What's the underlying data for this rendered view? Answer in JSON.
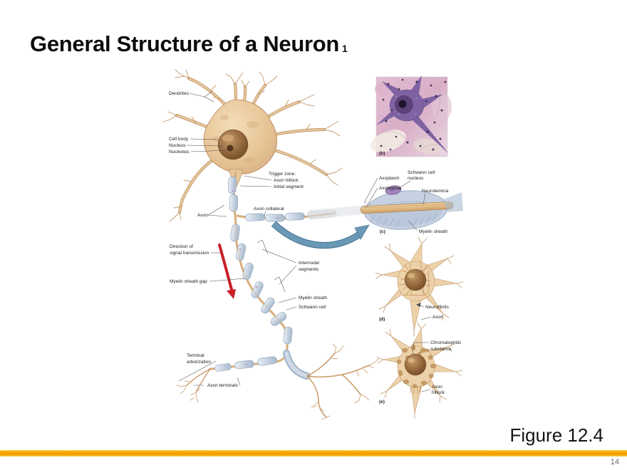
{
  "slide": {
    "title": "General Structure of a Neuron",
    "title_marker": "1",
    "figure_caption": "Figure 12.4",
    "page_number": "14"
  },
  "colors": {
    "accent_bar": "#F2A702",
    "neuron_body_tan": "#EAC99E",
    "nucleus_brown": "#8A5E35",
    "myelin_blue": "#C6D2E1",
    "signal_arrow_red": "#C81F25",
    "magnify_arrow_blue": "#6B98B4",
    "micrograph_purple": "#7E62A2"
  },
  "diagram": {
    "labels": {
      "dendrites": "Dendrites",
      "cell_body": "Cell body",
      "nucleus": "Nucleus",
      "nucleolus": "Nucleolus",
      "trigger_zone": "Trigger zone:",
      "axon_hillock": "Axon hillock",
      "initial_segment": "Initial segment",
      "axon": "Axon",
      "axon_collateral": "Axon collateral",
      "direction_line1": "Direction of",
      "direction_line2": "signal transmission",
      "internodal_line1": "Internodal",
      "internodal_line2": "segments",
      "myelin_sheath_gap": "Myelin sheath gap",
      "myelin_sheath": "Myelin sheath",
      "schwann_cell": "Schwann cell",
      "terminal_line1": "Terminal",
      "terminal_line2": "arborization",
      "axon_terminals": "Axon terminals",
      "axoplasm": "Axoplasm",
      "axolemma": "Axolemma",
      "schwann_cell_nucleus_line1": "Schwann cell",
      "schwann_cell_nucleus_line2": "nucleus",
      "neurolemma": "Neurolemma",
      "myelin_sheath_c": "Myelin sheath",
      "neurofibrils": "Neurofibrils",
      "axon_d": "Axon",
      "chromatophilic_line1": "Chromatophilic",
      "chromatophilic_line2": "substance",
      "axon_hillock_e_line1": "Axon",
      "axon_hillock_e_line2": "hillock"
    },
    "panels": {
      "b": "(b)",
      "c": "(c)",
      "d": "(d)",
      "e": "(e)"
    }
  }
}
